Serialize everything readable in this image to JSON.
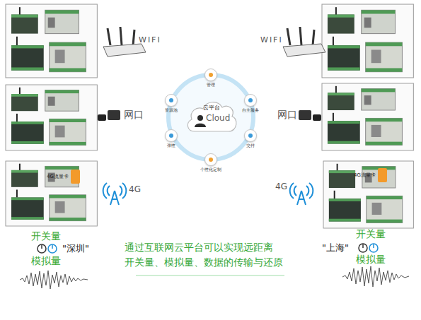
{
  "diagram": {
    "caption": "通过互联网云平台可以实现远距离 开关量、模拟量、数据的传输与还原",
    "nodes": [
      {
        "text": [
          "管理"
        ]
      },
      {
        "text": [
          "资源池"
        ]
      },
      {
        "text": [
          "云平台",
          "Cloud"
        ]
      },
      {
        "text": [
          "自主服务"
        ]
      },
      {
        "text": [
          "弹性"
        ]
      },
      {
        "text": [
          "交付"
        ]
      },
      {
        "text": [
          "个性化定制"
        ]
      },
      {
        "text": [
          "4G流量卡"
        ]
      },
      {
        "text": [
          "4G流量卡"
        ]
      }
    ],
    "labels": [
      "WIFI",
      "WIFI",
      "网口",
      "网口",
      "4G",
      "4G",
      "开关量",
      "\"深圳\"",
      "模拟量",
      "\"上海\"",
      "开关量",
      "模拟量"
    ]
  }
}
